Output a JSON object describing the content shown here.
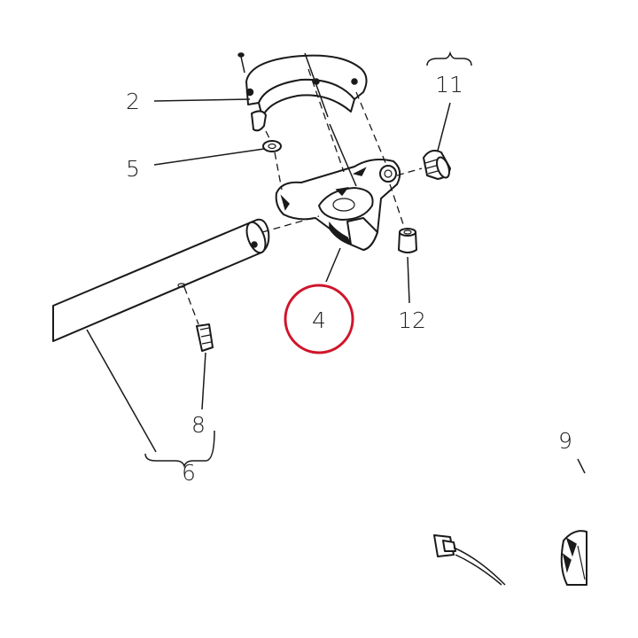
{
  "diagram": {
    "callouts": [
      {
        "id": "2",
        "text": "2"
      },
      {
        "id": "5",
        "text": "5"
      },
      {
        "id": "11",
        "text": "11"
      },
      {
        "id": "4",
        "text": "4"
      },
      {
        "id": "12",
        "text": "12"
      },
      {
        "id": "8",
        "text": "8"
      },
      {
        "id": "6",
        "text": "6"
      },
      {
        "id": "9",
        "text": "9"
      }
    ],
    "highlight": {
      "callout": "4",
      "color": "#d0152b"
    }
  }
}
